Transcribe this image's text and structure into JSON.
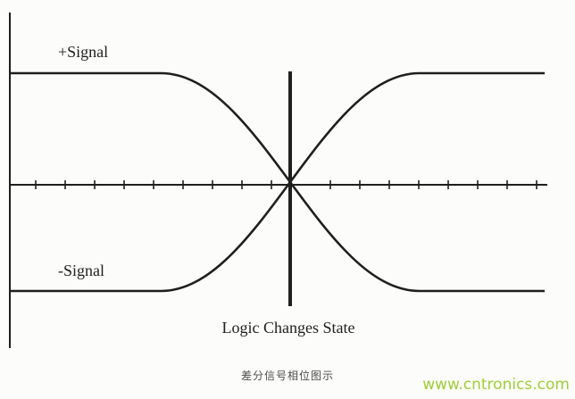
{
  "diagram": {
    "plus_signal_label": "+Signal",
    "minus_signal_label": "-Signal",
    "event_label": "Logic Changes State",
    "caption": "差分信号相位图示",
    "watermark": "www.cntronics.com",
    "colors": {
      "line": "#1f1f1f",
      "caption": "#4c4c4c",
      "watermark": "#9fcc3b",
      "background": "#fcfcfa"
    }
  }
}
